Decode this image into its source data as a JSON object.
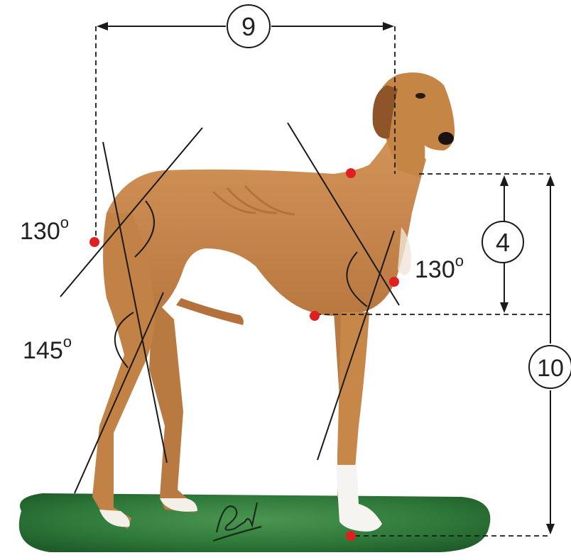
{
  "measurements": {
    "length_ratio": "9",
    "chest_depth_ratio": "4",
    "height_ratio": "10"
  },
  "angles": {
    "hip_angle": "130",
    "shoulder_angle": "130",
    "stifle_angle": "145",
    "degree_mark": "o"
  },
  "colors": {
    "coat": "#c98a4b",
    "coat_shadow": "#a8683a",
    "grass": "#2f7a3a",
    "point": "#e02020",
    "line": "#1a1a1a"
  },
  "signature": "Artist signature"
}
